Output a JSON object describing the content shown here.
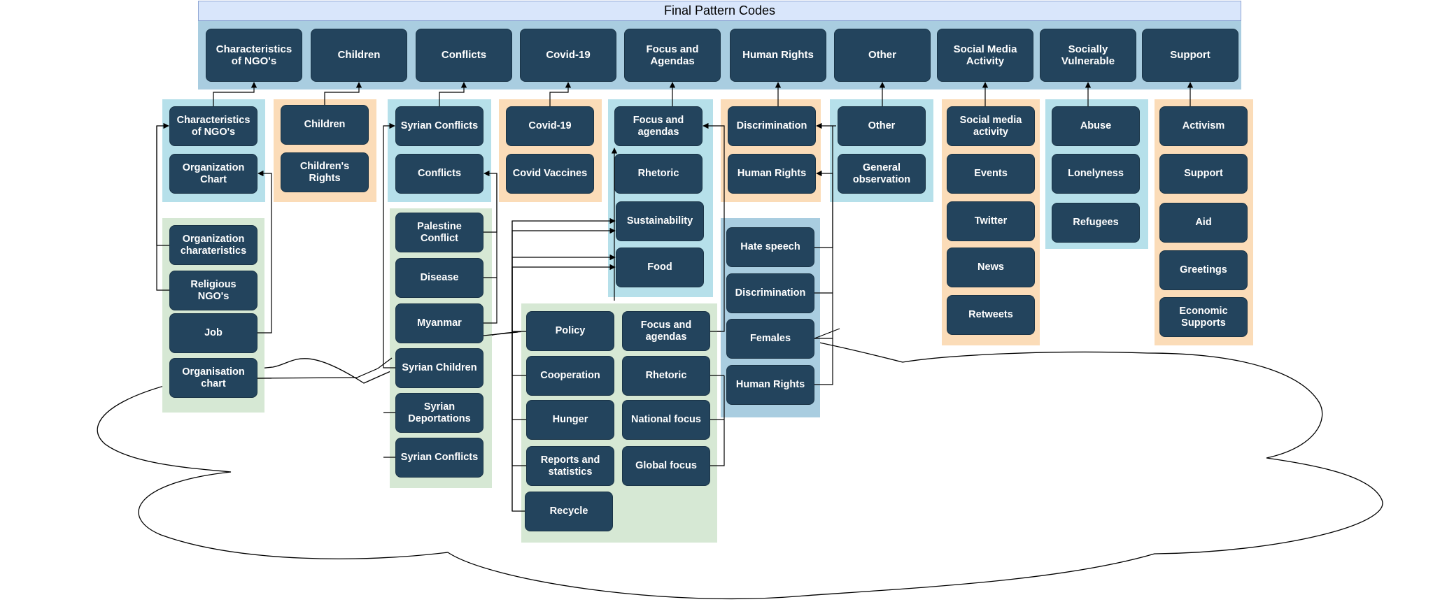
{
  "title": "Final Pattern Codes",
  "categories": [
    "Characteristics of NGO's",
    "Children",
    "Conflicts",
    "Covid-19",
    "Focus and Agendas",
    "Human Rights",
    "Other",
    "Social Media Activity",
    "Socially Vulnerable",
    "Support"
  ],
  "subcodes": {
    "characteristics": [
      "Characteristics of NGO's",
      "Organization Chart"
    ],
    "children": [
      "Children",
      "Children's Rights"
    ],
    "conflicts": [
      "Syrian Conflicts",
      "Conflicts"
    ],
    "covid": [
      "Covid-19",
      "Covid Vaccines"
    ],
    "focus": [
      "Focus and agendas",
      "Rhetoric",
      "Sustainability",
      "Food"
    ],
    "human_rights": [
      "Discrimination",
      "Human Rights"
    ],
    "other": [
      "Other",
      "General observation"
    ],
    "social_media": [
      "Social media activity",
      "Events",
      "Twitter",
      "News",
      "Retweets"
    ],
    "socially_vulnerable": [
      "Abuse",
      "Lonelyness",
      "Refugees"
    ],
    "support": [
      "Activism",
      "Support",
      "Aid",
      "Greetings",
      "Economic Supports"
    ]
  },
  "initial_codes": {
    "group_a": [
      "Organization charateristics",
      "Religious NGO's",
      "Job",
      "Organisation chart"
    ],
    "group_b": [
      "Palestine Conflict",
      "Disease",
      "Myanmar",
      "Syrian Children",
      "Syrian Deportations",
      "Syrian Conflicts"
    ],
    "group_c_left": [
      "Policy",
      "Cooperation",
      "Hunger",
      "Reports and statistics",
      "Recycle"
    ],
    "group_c_right": [
      "Focus and agendas",
      "Rhetoric",
      "National focus",
      "Global focus"
    ],
    "group_d": [
      "Hate speech",
      "Discrimination",
      "Females",
      "Human Rights"
    ]
  },
  "colors": {
    "node": "#23445d",
    "top_band": "#a9cde0",
    "blue_group": "#b6e0ea",
    "orange_group": "#fbdcb8",
    "green_group": "#d6e8d4",
    "header": "#d9e6fb"
  }
}
